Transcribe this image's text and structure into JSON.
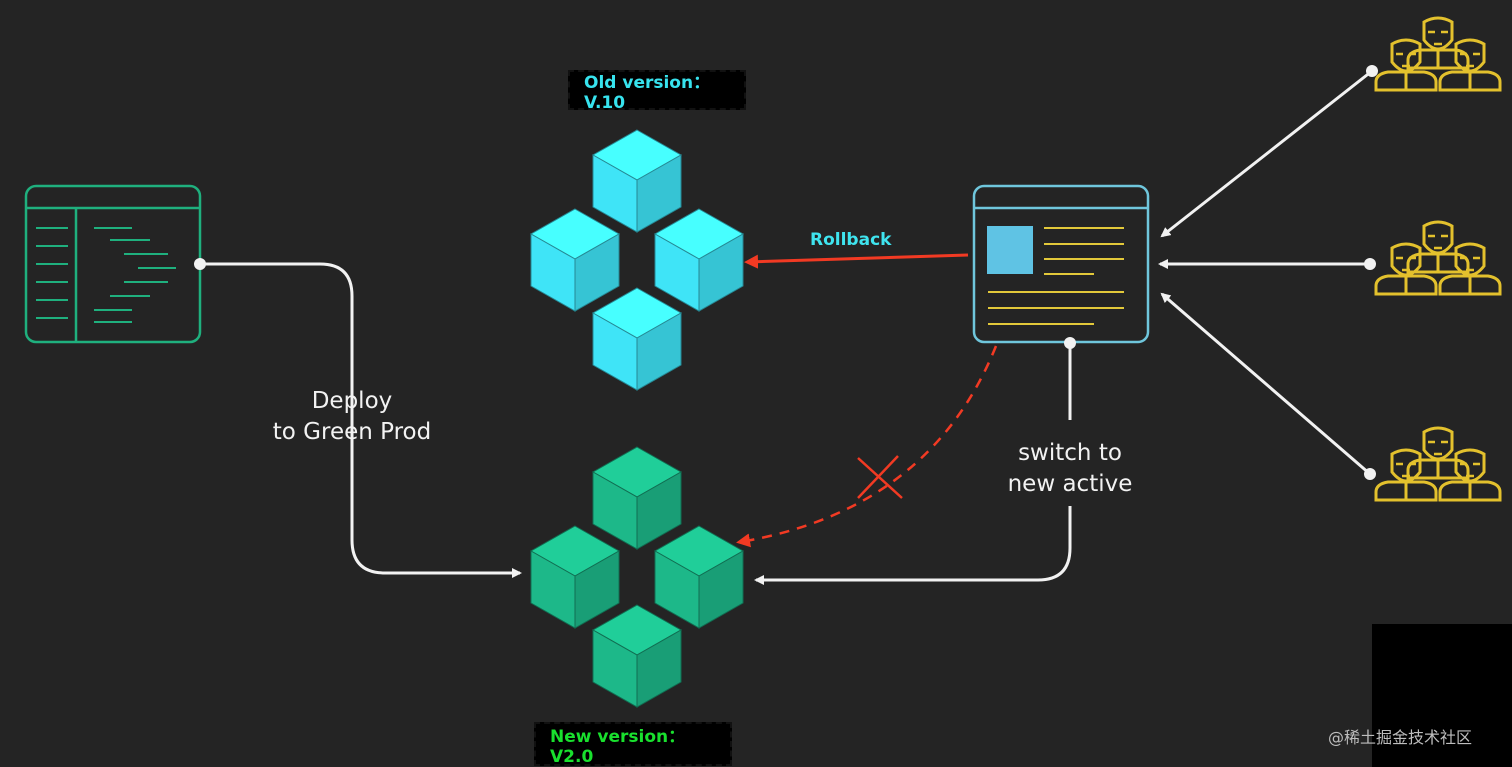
{
  "labels": {
    "old_version": "Old version：V.10",
    "new_version": "New version：V2.0",
    "rollback": "Rollback",
    "deploy": "Deploy\nto Green Prod",
    "switch": "switch to\nnew active",
    "watermark": "@稀土掘金技术社区"
  },
  "colors": {
    "background": "#242424",
    "blue_cube": "#3fe4f7",
    "green_cube": "#1db889",
    "code_panel": "#1fb07e",
    "router_panel": "#6fc6dc",
    "router_lines": "#e2c83a",
    "users": "#e3c12d",
    "arrow": "#f2f2f2",
    "rollback_arrow": "#f23a23"
  },
  "icons": {
    "code_panel": "code-editor-icon",
    "router": "load-balancer-icon",
    "users": "user-group-icon"
  }
}
